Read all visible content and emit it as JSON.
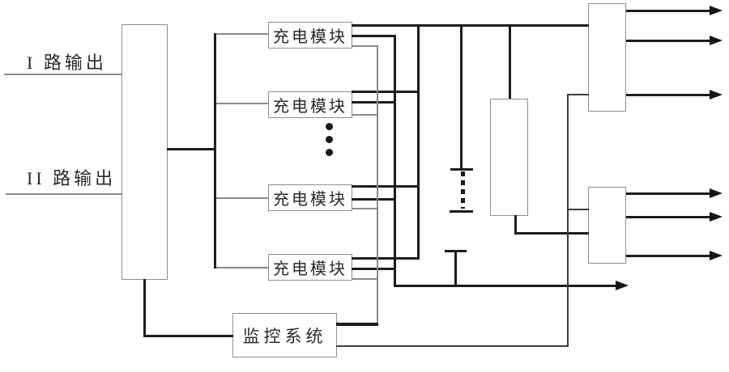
{
  "diagram": {
    "type": "block-diagram",
    "description_visible_text_only": true,
    "colors": {
      "background": "#ffffff",
      "wire_main": "#1c1c1c",
      "wire_thin": "#8a8a8a",
      "wire_mid": "#3c3c3c",
      "box_border": "#8f8f8f"
    },
    "inputs": [
      {
        "label": "I 路输出"
      },
      {
        "label": "II 路输出"
      }
    ],
    "charging_modules": [
      {
        "label": "充电模块"
      },
      {
        "label": "充电模块"
      },
      {
        "label": "充电模块"
      },
      {
        "label": "充电模块"
      }
    ],
    "monitoring": {
      "label": "监控系统"
    },
    "ellipsis_dots_count": 3,
    "output_arrows_count": 7,
    "unlabeled_box_count": 4
  }
}
